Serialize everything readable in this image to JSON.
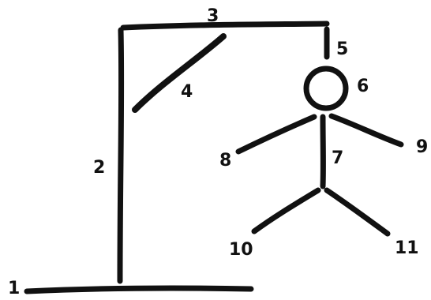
{
  "diagram": {
    "labels": {
      "base": "1",
      "post": "2",
      "beam": "3",
      "brace": "4",
      "rope": "5",
      "head": "6",
      "body": "7",
      "left_arm": "8",
      "right_arm": "9",
      "left_leg": "10",
      "right_leg": "11"
    }
  }
}
